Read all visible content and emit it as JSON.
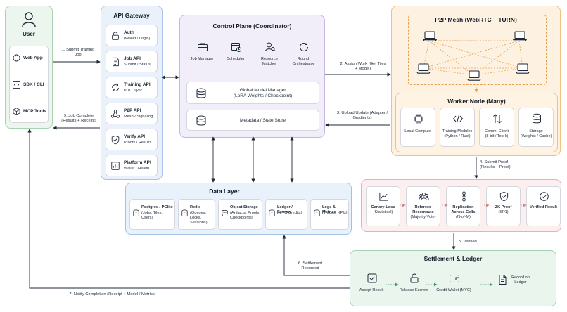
{
  "user": {
    "title": "User",
    "items": [
      {
        "label": "Web App",
        "icon": "globe-icon"
      },
      {
        "label": "SDK / CLI",
        "icon": "code-icon"
      },
      {
        "label": "MCP Tools",
        "icon": "cube-icon"
      }
    ]
  },
  "gateway": {
    "title": "API Gateway",
    "items": [
      {
        "title": "Auth",
        "sub": "(Wallet / Login)",
        "icon": "lock-icon"
      },
      {
        "title": "Job API",
        "sub": "Submit / Status",
        "icon": "document-icon"
      },
      {
        "title": "Training API",
        "sub": "Pull / Sync",
        "icon": "sync-icon"
      },
      {
        "title": "P2P API",
        "sub": "Mesh / Signaling",
        "icon": "network-icon"
      },
      {
        "title": "Verify API",
        "sub": "Proofs / Results",
        "icon": "shield-check-icon"
      },
      {
        "title": "Platform API",
        "sub": "Wallet / Health",
        "icon": "chart-icon"
      }
    ]
  },
  "control": {
    "title": "Control Plane (Coordinator)",
    "modules": [
      {
        "label": "Job Manager",
        "icon": "briefcase-icon"
      },
      {
        "label": "Scheduler",
        "icon": "calendar-clock-icon"
      },
      {
        "label": "Resource Matcher",
        "icon": "person-search-icon"
      },
      {
        "label": "Round Orchestrator",
        "icon": "refresh-icon"
      }
    ],
    "model_manager": {
      "title": "Global Model Manager",
      "sub": "(LoRA Weights / Checkpoint)"
    },
    "metadata": {
      "title": "Metadata / State Store"
    }
  },
  "mesh": {
    "title": "P2P Mesh (WebRTC + TURN)"
  },
  "worker": {
    "title": "Worker Node (Many)",
    "modules": [
      {
        "title": "Local Compute",
        "sub": "",
        "icon": "chip-icon"
      },
      {
        "title": "Training Modules",
        "sub": "(Python / Rust)",
        "icon": "code-brackets-icon"
      },
      {
        "title": "Comm. Client",
        "sub": "(8-bit / Top-k)",
        "icon": "arrows-updown-icon"
      },
      {
        "title": "Storage",
        "sub": "(Weights / Cache)",
        "icon": "database-icon"
      }
    ]
  },
  "data_layer": {
    "title": "Data Layer",
    "items": [
      {
        "title": "Postgres / PGlite",
        "sub": "(Jobs, Tiles, Users)",
        "icon": "database-icon"
      },
      {
        "title": "Redis",
        "sub": "(Queues, Locks, Sessions)",
        "icon": "database-icon"
      },
      {
        "title": "Object Storage",
        "sub": "(Artifacts, Proofs, Checkpoints)",
        "icon": "bucket-icon"
      },
      {
        "title": "Ledger / Escrow",
        "sub": "(MYC Credits)",
        "icon": "database-icon"
      },
      {
        "title": "Logs & Metrics",
        "sub": "(Traces, KPIs)",
        "icon": "database-icon"
      }
    ]
  },
  "verification": {
    "steps": [
      {
        "title": "Canary-Loss",
        "sub": "(Statistical)",
        "icon": "line-chart-icon"
      },
      {
        "title": "Refereed Recompute",
        "sub": "(Majority Vote)",
        "icon": "group-icon"
      },
      {
        "title": "Replication Across Cells",
        "sub": "(N-of-M)",
        "icon": "nodes-icon"
      },
      {
        "title": "ZK Proof",
        "sub": "(SP1)",
        "icon": "shield-check-icon"
      },
      {
        "title": "Verified Result",
        "sub": "",
        "icon": "check-circle-icon"
      }
    ]
  },
  "settlement": {
    "title": "Settlement & Ledger",
    "steps": [
      {
        "label": "Accept Result",
        "icon": "checkbox-icon"
      },
      {
        "label": "Release Escrow",
        "icon": "unlock-icon"
      },
      {
        "label": "Credit Wallet (MYC)",
        "icon": "wallet-icon"
      },
      {
        "label": "Record on Ledger",
        "icon": "ledger-icon"
      }
    ]
  },
  "arrows": {
    "a1": "1. Submit Training Job",
    "a2": "2. Assign Work (Get Tiles + Model)",
    "a3": "3. Upload Update (Adapter / Gradients)",
    "a4": "4. Submit Proof (Results + Proof)",
    "a5": "5. Verified",
    "a6": "6. Settlement Recorded",
    "a7": "7. Notify Completion (Receipt + Model / Metrics)",
    "a9": "9. Job Complete (Results + Receipt)"
  },
  "colors": {
    "user_bg": "#ecf6ee",
    "user_border": "#a9d2b2",
    "gateway_bg": "#eaf1fb",
    "gateway_border": "#a9c2e6",
    "control_bg": "#f1edf9",
    "control_border": "#c6b8e6",
    "mesh_bg": "#fdf2e1",
    "mesh_border": "#f0c183",
    "data_bg": "#e9f2fb",
    "data_border": "#9fc3e6",
    "verify_bg": "#fcefef",
    "verify_border": "#e6b3b3",
    "settle_bg": "#eaf5ee",
    "settle_border": "#a5d1b3",
    "mesh_line": "#e8a04d",
    "settle_arrow": "#3f9c6b"
  }
}
